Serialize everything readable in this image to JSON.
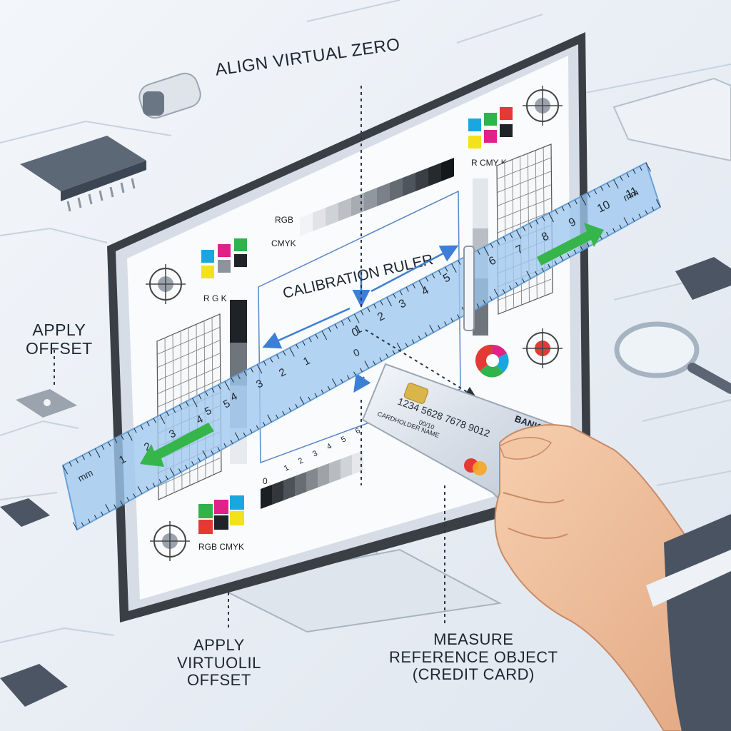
{
  "labels": {
    "align_zero": "ALIGN VIRTUAL ZERO",
    "apply_offset_left": [
      "APPLY",
      "OFFSET"
    ],
    "apply_virtual_offset": [
      "APPLY",
      "VIRTUOLIL",
      "OFFSET"
    ],
    "measure_reference": [
      "MEASURE",
      "REFERENCE OBJECT",
      "(CREDIT CARD)"
    ]
  },
  "screen": {
    "title": "CALIBRATION RULER",
    "rgb_label": "RGB",
    "cmyk_label": "CMYK",
    "rgk_label": "R G K",
    "rcmyk_label": "R CMY K",
    "rgb_cmyk_label": "RGB CMYK",
    "gray_scale_start": "0"
  },
  "ruler": {
    "unit": "mm",
    "right_ticks": [
      "1",
      "2",
      "3",
      "4",
      "5",
      "6",
      "7",
      "8",
      "9",
      "10",
      "11"
    ],
    "left_ticks": [
      "1",
      "2",
      "3",
      "4",
      "5"
    ],
    "upper_left_ticks": [
      "1",
      "2",
      "3",
      "4",
      "5"
    ],
    "zero": "0",
    "lower_ticks": [
      "1",
      "2",
      "3",
      "4",
      "5",
      "6"
    ]
  },
  "card": {
    "bank": "BANK",
    "number": "1234 5628 7678 9012",
    "expiry": "00/10",
    "holder": "CARDHOLDER NAME"
  },
  "colors": {
    "background": "#e9eef5",
    "ruler": "#9fc8ee",
    "arrow_blue": "#3d7fd6",
    "arrow_green": "#35b54a",
    "monitor_frame": "#3a3f46",
    "swatch_cyan": "#1aa7e0",
    "swatch_magenta": "#e0218a",
    "swatch_green": "#2fb34a",
    "swatch_yellow": "#f2e21c",
    "swatch_red": "#e53935"
  }
}
